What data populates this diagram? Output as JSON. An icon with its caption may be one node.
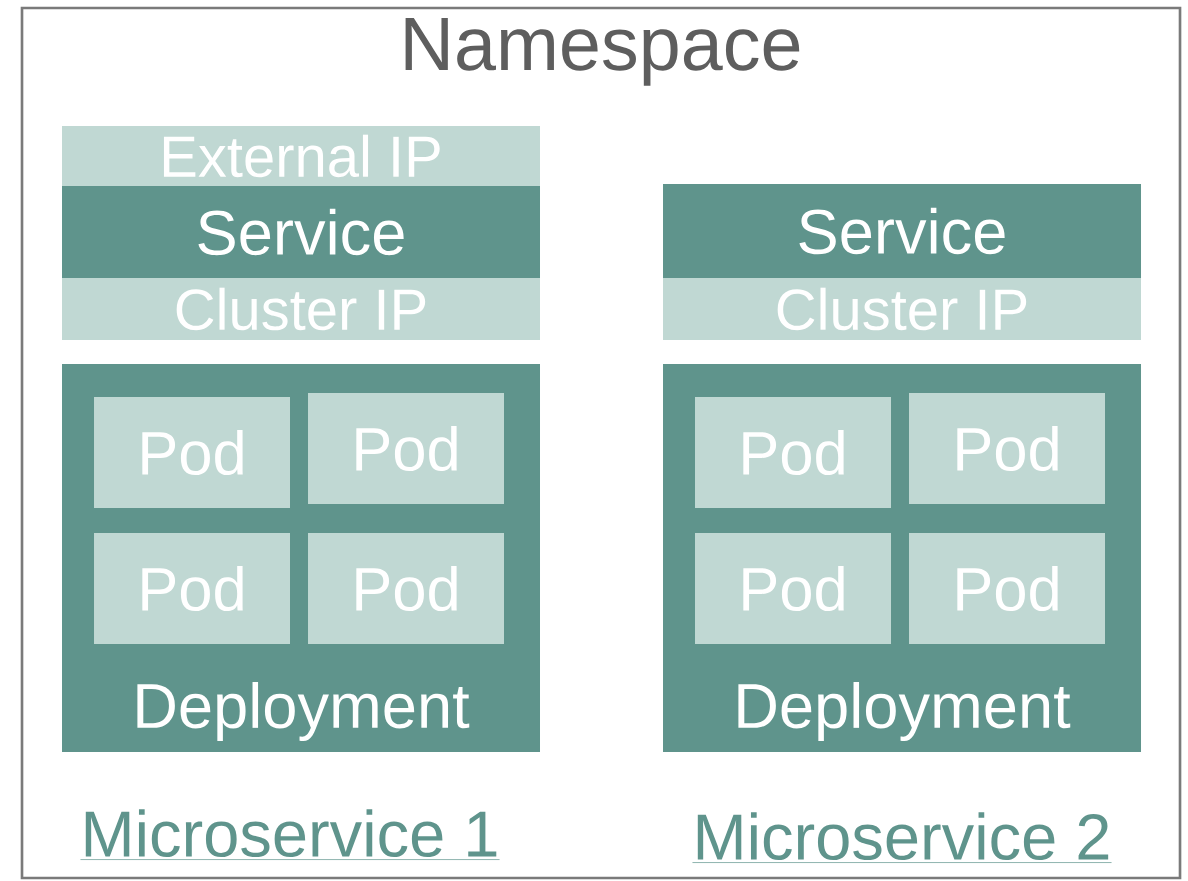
{
  "diagram": {
    "nodes": [
      {
        "text": [
          "Namespace"
        ]
      },
      {
        "text": [
          "External IP"
        ],
        "in": 0
      },
      {
        "text": [
          "Service"
        ],
        "in": 0
      },
      {
        "text": [
          "Cluster IP"
        ],
        "in": 0
      },
      {
        "text": [
          "Deployment"
        ],
        "in": 0
      },
      {
        "text": [
          "Pod"
        ],
        "in": 4
      },
      {
        "text": [
          "Pod"
        ],
        "in": 4
      },
      {
        "text": [
          "Pod"
        ],
        "in": 4
      },
      {
        "text": [
          "Pod"
        ],
        "in": 4
      },
      {
        "text": [
          "Service"
        ],
        "in": 0
      },
      {
        "text": [
          "Cluster IP"
        ],
        "in": 0
      },
      {
        "text": [
          "Deployment"
        ],
        "in": 0
      },
      {
        "text": [
          "Pod"
        ],
        "in": 11
      },
      {
        "text": [
          "Pod"
        ],
        "in": 11
      },
      {
        "text": [
          "Pod"
        ],
        "in": 11
      },
      {
        "text": [
          "Pod"
        ],
        "in": 11
      }
    ],
    "labels": [
      "Microservice 1",
      "Microservice 2"
    ]
  }
}
